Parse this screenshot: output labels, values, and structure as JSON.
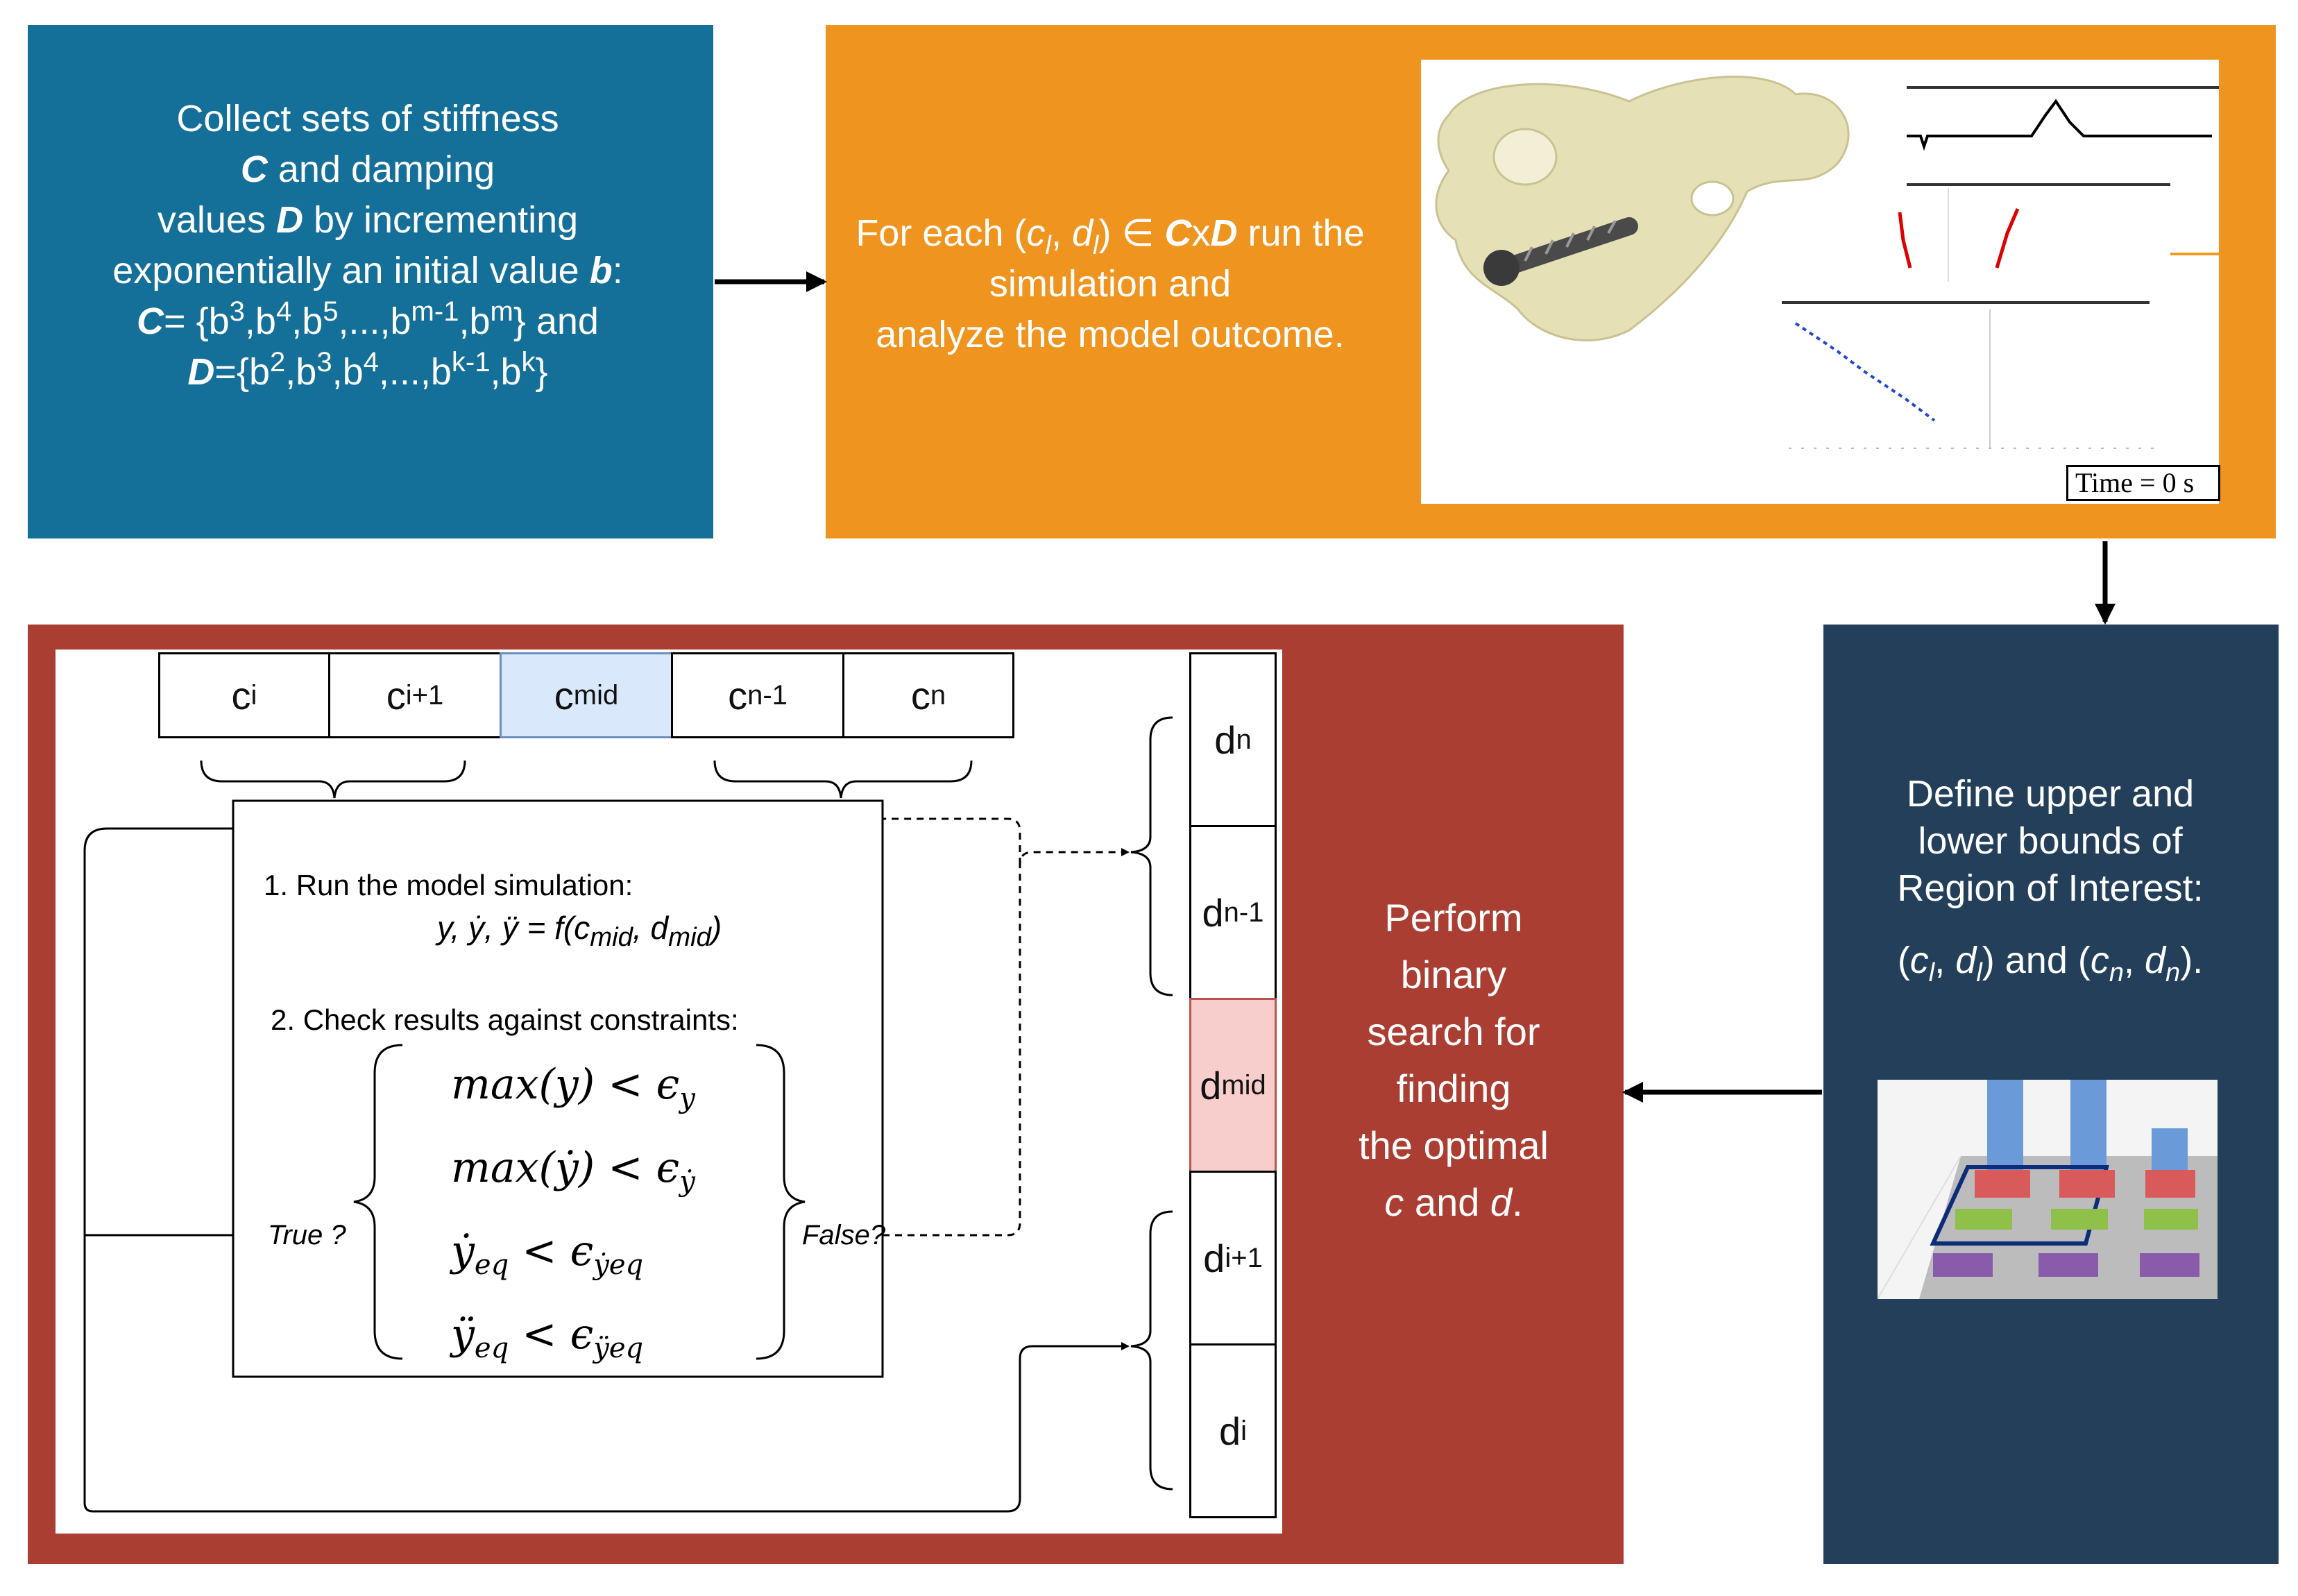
{
  "boxes": {
    "collect": {
      "lines": [
        "Collect sets of stiffness",
        "C",
        " and damping",
        "values ",
        "D",
        " by incrementing",
        "exponentially an initial value ",
        "b",
        ":",
        "C",
        "= {b",
        "3",
        ",b",
        "4",
        ",b",
        "5",
        ",...,b",
        "m-1",
        ",b",
        "m",
        "} and",
        "D",
        "={b",
        "2",
        ",b",
        "3",
        ",b",
        "4",
        ",...,b",
        "k-1",
        ",b",
        "k",
        "}"
      ]
    },
    "simulate": {
      "t1": "For each (",
      "c": "c",
      "l": "l",
      "comma": ", ",
      "d": "d",
      "l2": "l",
      "t2": ") ∈ ",
      "C": "C",
      "x": "x",
      "D": "D",
      "t3": " run the",
      "line2": "simulation and",
      "line3": "analyze the model outcome.",
      "time_label": "Time = 0 s"
    },
    "binary": {
      "l1": "Perform",
      "l2": "binary",
      "l3": "search for",
      "l4": "finding",
      "l5": "the optimal",
      "c": "c",
      "and": " and ",
      "d": "d",
      "dot": "."
    },
    "bounds": {
      "l1": "Define upper and",
      "l2": "lower bounds of",
      "l3": "Region of Interest:",
      "p1": "(",
      "c1": "c",
      "s1": "l",
      "m1": ", ",
      "d1": "d",
      "s2": "l",
      "p2": ") and (",
      "c2": "c",
      "s3": "n",
      "m2": ", ",
      "d2": "d",
      "s4": "n",
      "p3": ")."
    }
  },
  "panel": {
    "c_cells": [
      {
        "base": "c",
        "sub": "i"
      },
      {
        "base": "c",
        "sub": "i+1"
      },
      {
        "base": "c",
        "sub": "mid"
      },
      {
        "base": "c",
        "sub": "n-1"
      },
      {
        "base": "c",
        "sub": "n"
      }
    ],
    "d_cells": [
      {
        "base": "d",
        "sub": "n"
      },
      {
        "base": "d",
        "sub": "n-1"
      },
      {
        "base": "d",
        "sub": "mid"
      },
      {
        "base": "d",
        "sub": "i+1"
      },
      {
        "base": "d",
        "sub": "i"
      }
    ],
    "step1": "1. Run the model simulation:",
    "step1_eq": "y, ẏ, ÿ = f(c",
    "step1_sub1": "mid",
    "step1_mid": ", d",
    "step1_sub2": "mid",
    "step1_end": ")",
    "step2": "2. Check results against constraints:",
    "true_label": "True ?",
    "false_label": "False?",
    "constraints": [
      {
        "lhs": "max(y) < ϵ",
        "sub": "y"
      },
      {
        "lhs": "max(ẏ) < ϵ",
        "sub": "ẏ"
      },
      {
        "lhs": "ẏ",
        "lsub": "eq",
        "rhs": " < ϵ",
        "sub": "ẏeq"
      },
      {
        "lhs": "ÿ",
        "lsub": "eq",
        "rhs": " < ϵ",
        "sub": "ÿeq"
      }
    ]
  },
  "colors": {
    "blue": "#146f99",
    "orange": "#ef951f",
    "red": "#ab3e33",
    "navy": "#233f59",
    "cmid_fill": "#dae8fc",
    "dmid_fill": "#f8cecc"
  }
}
